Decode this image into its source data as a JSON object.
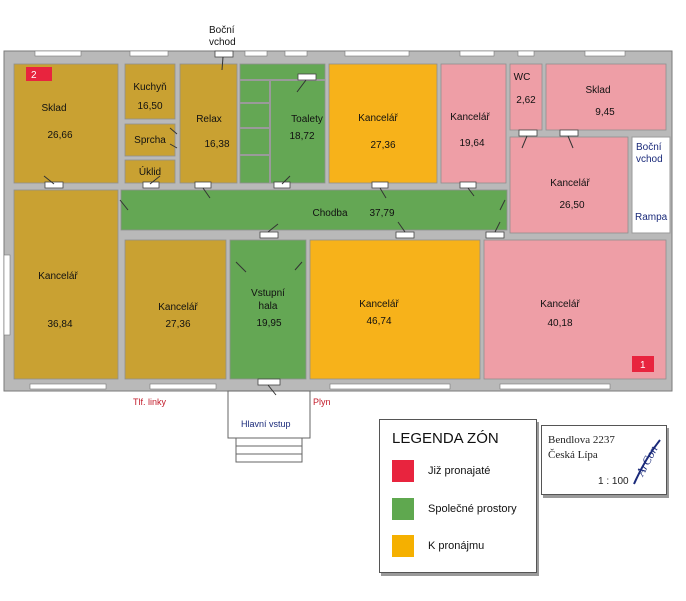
{
  "rooms": [
    {
      "id": "sklad-left",
      "name": "Sklad",
      "area": "26,66",
      "zone": "orange"
    },
    {
      "id": "kuchyn",
      "name": "Kuchyň",
      "area": "16,50",
      "zone": "orange"
    },
    {
      "id": "sprcha",
      "name": "Sprcha",
      "area": "",
      "zone": "orange"
    },
    {
      "id": "uklid",
      "name": "Úklid",
      "area": "",
      "zone": "orange"
    },
    {
      "id": "relax",
      "name": "Relax",
      "area": "16,38",
      "zone": "orange"
    },
    {
      "id": "toalety",
      "name": "Toalety",
      "area": "18,72",
      "zone": "green"
    },
    {
      "id": "kancelar-top",
      "name": "Kancelář",
      "area": "27,36",
      "zone": "yellow"
    },
    {
      "id": "kancelar-top-red",
      "name": "Kancelář",
      "area": "19,64",
      "zone": "pink"
    },
    {
      "id": "wc",
      "name": "WC",
      "area": "2,62",
      "zone": "pink"
    },
    {
      "id": "sklad-right",
      "name": "Sklad",
      "area": "9,45",
      "zone": "pink"
    },
    {
      "id": "kancelar-right",
      "name": "Kancelář",
      "area": "26,50",
      "zone": "pink"
    },
    {
      "id": "chodba",
      "name": "Chodba",
      "area": "37,79",
      "zone": "green"
    },
    {
      "id": "kancelar-left",
      "name": "Kancelář",
      "area": "36,84",
      "zone": "orange"
    },
    {
      "id": "kancelar-mid",
      "name": "Kancelář",
      "area": "27,36",
      "zone": "orange"
    },
    {
      "id": "vstupni-hala",
      "name": "Vstupní hala",
      "area": "19,95",
      "zone": "green"
    },
    {
      "id": "kancelar-big",
      "name": "Kancelář",
      "area": "46,74",
      "zone": "yellow"
    },
    {
      "id": "kancelar-bottom-red",
      "name": "Kancelář",
      "area": "40,18",
      "zone": "pink"
    }
  ],
  "labels": {
    "bocni_vchod_top_1": "Boční",
    "bocni_vchod_top_2": "vchod",
    "bocni_vchod_right_1": "Boční",
    "bocni_vchod_right_2": "vchod",
    "rampa": "Rampa",
    "hlavni_vstup": "Hlavní vstup",
    "tlf_linky": "Tlf. linky",
    "plyn": "Plyn",
    "badge_1": "1",
    "badge_2": "2"
  },
  "legend": {
    "title": "LEGENDA ZÓN",
    "items": [
      {
        "label": "Již pronajaté",
        "color": "#e8243e"
      },
      {
        "label": "Společné prostory",
        "color": "#5fa84f"
      },
      {
        "label": "K pronájmu",
        "color": "#f5b000"
      }
    ]
  },
  "info": {
    "street": "Bendlova 2237",
    "city": "Česká Lípa",
    "scale": "1 : 100",
    "logo_text": "ArCon"
  },
  "colors": {
    "orange": "#c9a132",
    "yellow": "#f7b21a",
    "green": "#64a754",
    "pink": "#ee9ea6",
    "red": "#e8243e",
    "wall": "#b5b5b5"
  }
}
